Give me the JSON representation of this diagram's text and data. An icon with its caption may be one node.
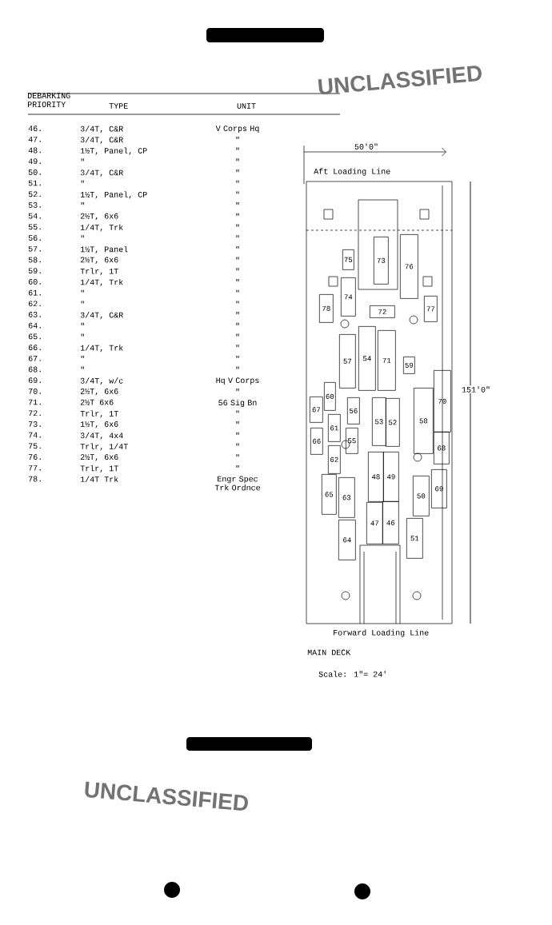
{
  "diagram": {
    "nodes": [
      {
        "text": [
          "75"
        ]
      },
      {
        "text": [
          "73"
        ]
      },
      {
        "text": [
          "76"
        ]
      },
      {
        "text": [
          "74"
        ]
      },
      {
        "text": [
          "78"
        ]
      },
      {
        "text": [
          "72"
        ]
      },
      {
        "text": [
          "77"
        ]
      },
      {
        "text": [
          "57"
        ]
      },
      {
        "text": [
          "54"
        ]
      },
      {
        "text": [
          "71"
        ]
      },
      {
        "text": [
          "59"
        ]
      },
      {
        "text": [
          "70"
        ]
      },
      {
        "text": [
          "60"
        ]
      },
      {
        "text": [
          "67"
        ]
      },
      {
        "text": [
          "56"
        ]
      },
      {
        "text": [
          "53"
        ]
      },
      {
        "text": [
          "52"
        ]
      },
      {
        "text": [
          "58"
        ]
      },
      {
        "text": [
          "61"
        ]
      },
      {
        "text": [
          "66"
        ]
      },
      {
        "text": [
          "55"
        ]
      },
      {
        "text": [
          "68"
        ]
      },
      {
        "text": [
          "62"
        ]
      },
      {
        "text": [
          "48"
        ]
      },
      {
        "text": [
          "49"
        ]
      },
      {
        "text": [
          "65"
        ]
      },
      {
        "text": [
          "63"
        ]
      },
      {
        "text": [
          "69"
        ]
      },
      {
        "text": [
          "50"
        ]
      },
      {
        "text": [
          "47"
        ]
      },
      {
        "text": [
          "46"
        ]
      },
      {
        "text": [
          "64"
        ]
      },
      {
        "text": [
          "51"
        ]
      }
    ],
    "edges": [],
    "labels": [
      "DEBARKING PRIORITY",
      "TYPE",
      "UNIT",
      "46.",
      "3/4T, C&R",
      "V Corps Hq",
      "47.",
      "3/4T, C&R",
      "\"",
      "48.",
      "1½T, Panel, CP",
      "\"",
      "49.",
      "\"",
      "\"",
      "50.",
      "3/4T, C&R",
      "\"",
      "51.",
      "\"",
      "\"",
      "52.",
      "1½T, Panel, CP",
      "\"",
      "53.",
      "\"",
      "\"",
      "54.",
      "2½T, 6x6",
      "\"",
      "55.",
      "1/4T, Trk",
      "\"",
      "56.",
      "\"",
      "\"",
      "57.",
      "1½T, Panel",
      "\"",
      "58.",
      "2½T, 6x6",
      "\"",
      "59.",
      "Trlr, 1T",
      "\"",
      "60.",
      "1/4T, Trk",
      "\"",
      "61.",
      "\"",
      "\"",
      "62.",
      "\"",
      "\"",
      "63.",
      "3/4T, C&R",
      "\"",
      "64.",
      "\"",
      "\"",
      "65.",
      "\"",
      "\"",
      "66.",
      "1/4T, Trk",
      "\"",
      "67.",
      "\"",
      "\"",
      "68.",
      "\"",
      "\"",
      "69.",
      "3/4T, w/c",
      "Hq V Corps",
      "70.",
      "2½T, 6x6",
      "\"",
      "71.",
      "2½T 6x6",
      "56 Sig Bn",
      "72.",
      "Trlr, 1T",
      "\"",
      "73.",
      "1½T, 6x6",
      "\"",
      "74.",
      "3/4T, 4x4",
      "\"",
      "75.",
      "Trlr, 1/4T",
      "\"",
      "76.",
      "2½T, 6x6",
      "\"",
      "77.",
      "Trlr, 1T",
      "\"",
      "78.",
      "1/4T Trk",
      "Engr Spec Trk Ordnce",
      "50'0\"",
      "Aft Loading Line",
      "151'0\"",
      "Forward Loading Line",
      "MAIN DECK",
      "Scale: 1\"= 24'",
      "UNCLASSIFIED",
      "UNCLASSIFIED"
    ]
  }
}
